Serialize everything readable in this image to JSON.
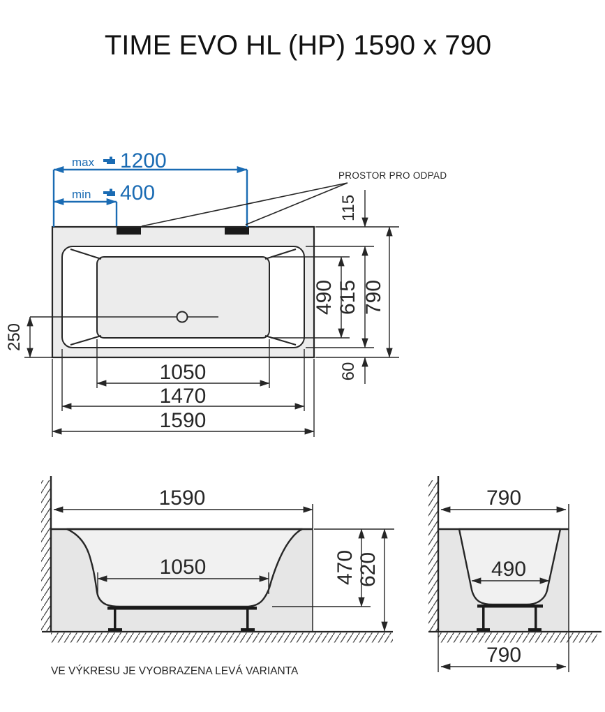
{
  "title": "TIME EVO HL (HP) 1590 x 790",
  "note": "VE VÝKRESU JE VYOBRAZENA LEVÁ VARIANTA",
  "colors": {
    "accent_blue": "#1a6bb3",
    "line": "#262626",
    "body_fill": "#ececec",
    "wall_fill": "#e6e6e6",
    "basin_fill": "#f1f1f1"
  },
  "top_view": {
    "waste_label": "PROSTOR PRO ODPAD",
    "faucet_max": {
      "label": "max",
      "value": "1200"
    },
    "faucet_min": {
      "label": "min",
      "value": "400"
    },
    "dims": {
      "waste_zone": "115",
      "drain_offset": "250",
      "basin_depth": "490",
      "rim_depth": "615",
      "overall_depth": "790",
      "rim_gap": "60",
      "basin_length": "1050",
      "rim_length": "1470",
      "overall_length": "1590"
    }
  },
  "side_view": {
    "dims": {
      "overall_length": "1590",
      "basin_length": "1050",
      "inner_depth": "470",
      "overall_height": "620"
    }
  },
  "end_view": {
    "dims": {
      "overall_width": "790",
      "basin_width": "490",
      "footprint_width": "790"
    }
  }
}
